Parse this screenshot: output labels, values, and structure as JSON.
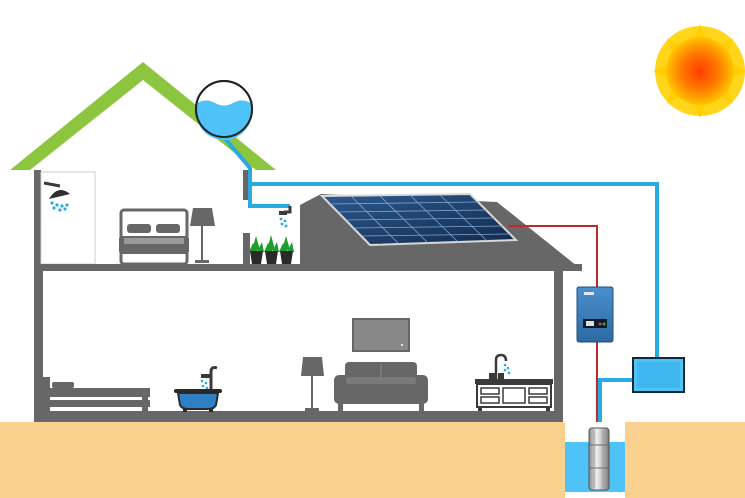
{
  "diagram": {
    "type": "solar-powered-water-pumping-system",
    "elements": {
      "sun": "sun",
      "house": "two-storey-house",
      "roof_water_tank": "round-water-tank",
      "solar_panel": "solar-panel",
      "pump_controller": "pump-controller",
      "water_filter": "water-filter-box",
      "well": "borehole-well",
      "submersible_pump": "submersible-pump",
      "shower": "shower-icon",
      "faucet": "faucet-icon",
      "plants": "potted-plants",
      "beds": "bed-icon",
      "lamps": "lamp-icon",
      "bathtub": "bathtub-icon",
      "sofa": "sofa-icon",
      "tv": "tv-icon",
      "sink_cabinet": "sink-cabinet-icon"
    },
    "connections": [
      {
        "from": "solar_panel",
        "to": "pump_controller",
        "kind": "power"
      },
      {
        "from": "pump_controller",
        "to": "submersible_pump",
        "kind": "power"
      },
      {
        "from": "submersible_pump",
        "to": "water_filter",
        "kind": "water"
      },
      {
        "from": "water_filter",
        "to": "roof_water_tank",
        "kind": "water"
      }
    ]
  },
  "colors": {
    "sky": "#ffffff",
    "ground": "#f9d08e",
    "wall": "#676767",
    "roof": "#8cc63f",
    "water_pipe": "#29abe2",
    "power_wire": "#c1272d",
    "water": "#4fc3f7",
    "panel": "#1d3d6b",
    "controller": "#3f7fb8",
    "sun_core": "#ff5a00",
    "sun_rays": "#ffd200"
  }
}
